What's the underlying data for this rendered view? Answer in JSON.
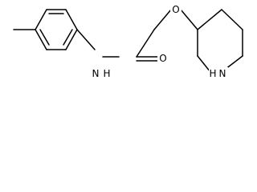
{
  "structure": {
    "atoms": {
      "oxygen_ether": "O",
      "oxygen_carbonyl": "O",
      "amide_nitrogen": "N",
      "amide_hydrogen": "H",
      "ring_nitrogen": "N",
      "ring_hydrogen": "H"
    }
  },
  "colors": {
    "bond": "#000000",
    "label": "#000000",
    "background": "#ffffff"
  }
}
